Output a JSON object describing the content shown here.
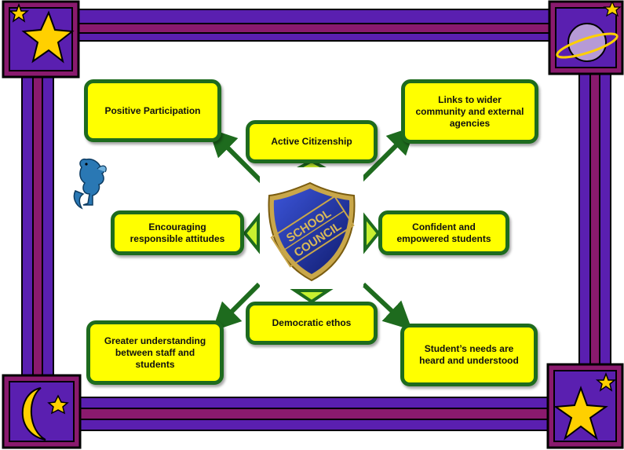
{
  "boxes": {
    "positive_participation": "Positive Participation",
    "active_citizenship": "Active Citizenship",
    "links_wider": "Links to wider community and external agencies",
    "encouraging_responsible": "Encouraging responsible attitudes",
    "confident_empowered": "Confident and empowered students",
    "democratic_ethos": "Democratic ethos",
    "greater_understanding": "Greater understanding between staff and students",
    "students_needs": "Student’s needs are heard and understood"
  },
  "badge": {
    "line1": "SCHOOL",
    "line2": "COUNCIL"
  },
  "colors": {
    "box_fill": "#ffff00",
    "box_border": "#1e6b1e",
    "arrow": "#1e6b1e",
    "arrowhead": "#c8f030",
    "frame_purple": "#5a1fb0",
    "frame_magenta": "#8a1a6e",
    "badge_blue": "#1f2f9c"
  },
  "icons": [
    "star-icon",
    "planet-icon",
    "moon-icon",
    "dragon-icon",
    "school-council-badge-icon"
  ]
}
